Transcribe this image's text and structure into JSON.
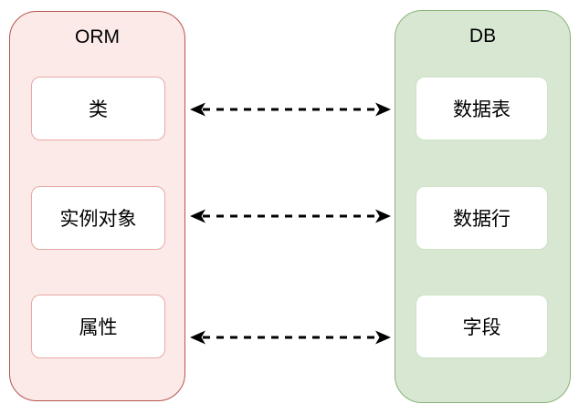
{
  "orm": {
    "title": "ORM",
    "items": [
      {
        "label": "类"
      },
      {
        "label": "实例对象"
      },
      {
        "label": "属性"
      }
    ]
  },
  "db": {
    "title": "DB",
    "items": [
      {
        "label": "数据表"
      },
      {
        "label": "数据行"
      },
      {
        "label": "字段"
      }
    ]
  },
  "connections": [
    {
      "from": "类",
      "to": "数据表",
      "style": "dashed-double-arrow"
    },
    {
      "from": "实例对象",
      "to": "数据行",
      "style": "dashed-double-arrow"
    },
    {
      "from": "属性",
      "to": "字段",
      "style": "dashed-double-arrow"
    }
  ],
  "colors": {
    "orm_fill": "#fbeae8",
    "orm_border": "#b85450",
    "orm_node_border": "#e8a9a4",
    "db_fill": "#d7e7d2",
    "db_border": "#8ab475",
    "db_node_border": "#cde2c6",
    "arrow": "#000000",
    "text": "#000000",
    "background": "#ffffff"
  }
}
